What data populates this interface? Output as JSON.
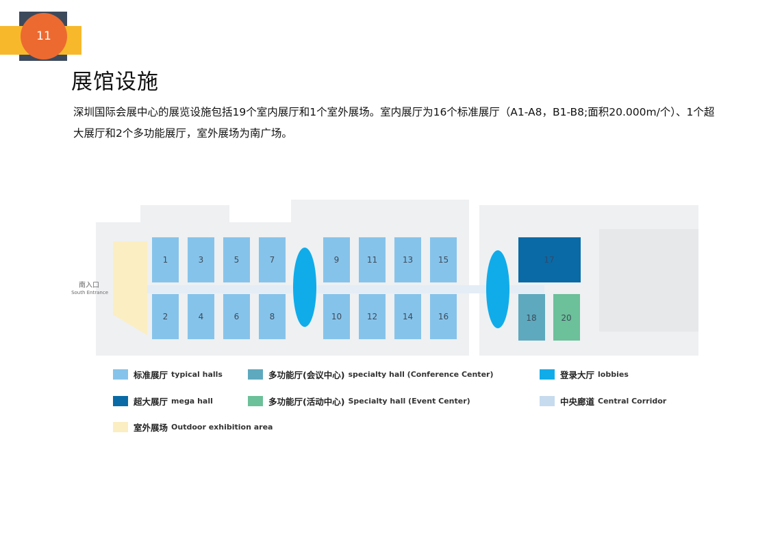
{
  "page_number": "11",
  "title": "展馆设施",
  "description": "深圳国际会展中心的展览设施包括19个室内展厅和1个室外展场。室内展厅为16个标准展厅（A1-A8，B1-B8;面积20.000m/个）、1个超大展厅和2个多功能展厅，室外展场为南广场。",
  "colors": {
    "accent_orange": "#ec6a30",
    "accent_yellow": "#f7b92b",
    "accent_navy": "#3d4a5c",
    "typical_hall": "#86c3ea",
    "specialty_conference": "#5ea9be",
    "lobby": "#10acea",
    "mega_hall": "#0a6aa6",
    "specialty_event": "#6cc09a",
    "corridor": "#c7dbee",
    "outdoor": "#fbeec2"
  },
  "map": {
    "entrance_zh": "南入口",
    "entrance_en": "South Entrance",
    "halls_top": [
      "1",
      "3",
      "5",
      "7",
      "9",
      "11",
      "13",
      "15"
    ],
    "halls_bottom": [
      "2",
      "4",
      "6",
      "8",
      "10",
      "12",
      "14",
      "16"
    ],
    "mega_hall": "17",
    "conference_hall": "18",
    "event_hall": "20"
  },
  "legend": [
    {
      "zh": "标准展厅",
      "en": "typical halls",
      "color": "#86c3ea"
    },
    {
      "zh": "多功能厅(会议中心)",
      "en": "specialty hall (Conference Center)",
      "color": "#5ea9be"
    },
    {
      "zh": "登录大厅",
      "en": "lobbies",
      "color": "#10acea"
    },
    {
      "zh": "超大展厅",
      "en": "mega hall",
      "color": "#0a6aa6"
    },
    {
      "zh": "多功能厅(活动中心)",
      "en": "Specialty hall (Event Center)",
      "color": "#6cc09a"
    },
    {
      "zh": "中央廊道",
      "en": "Central Corridor",
      "color": "#c7dbee"
    },
    {
      "zh": "室外展场",
      "en": "Outdoor exhibition area",
      "color": "#fbeec2"
    }
  ]
}
